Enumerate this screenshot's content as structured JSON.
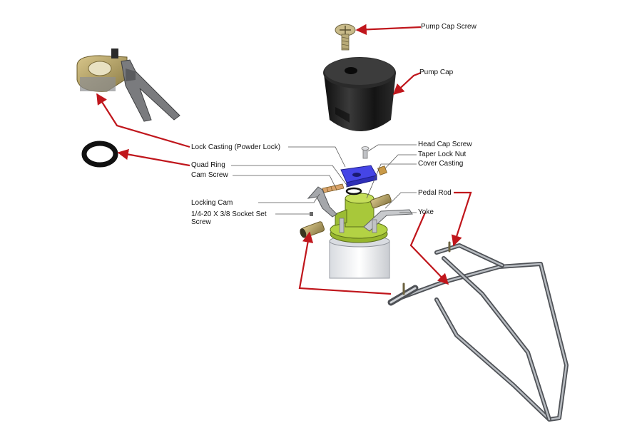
{
  "labels": {
    "pump_cap_screw": "Pump Cap Screw",
    "pump_cap": "Pump Cap",
    "head_cap_screw": "Head Cap Screw",
    "taper_lock_nut": "Taper Lock Nut",
    "cover_casting": "Cover Casting",
    "lock_casting": "Lock Casting (Powder Lock)",
    "quad_ring": "Quad Ring",
    "cam_screw": "Cam Screw",
    "pedal_rod": "Pedal Rod",
    "locking_cam": "Locking Cam",
    "yoke": "Yoke",
    "set_screw": "1/4-20 X 3/8 Socket Set Screw"
  },
  "colors": {
    "arrow_red": "#c0161c",
    "leader_gray": "#555555",
    "blue_part": "#3e3ee0",
    "green_part": "#a8c83a",
    "cap_black": "#1b1b1b",
    "chrome": "#9a9ea3"
  }
}
